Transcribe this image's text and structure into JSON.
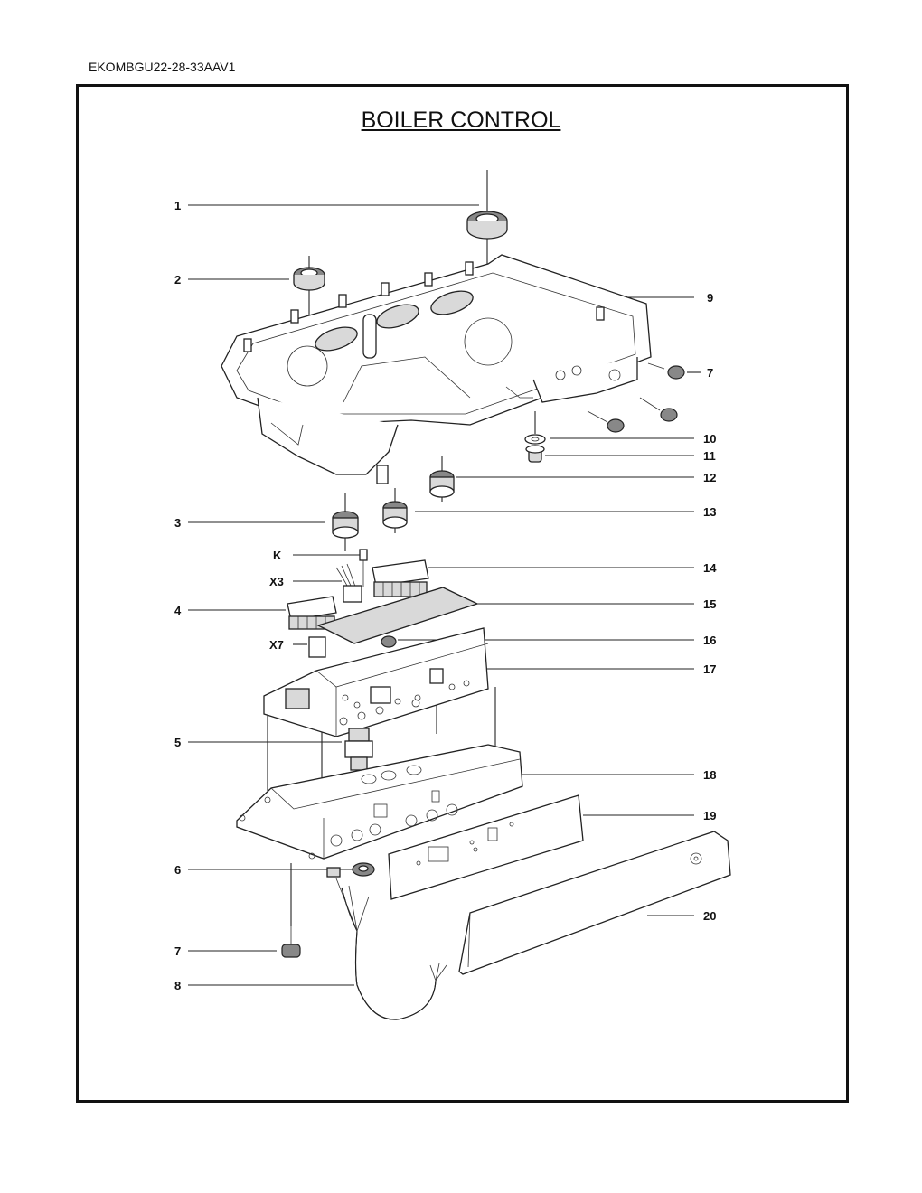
{
  "document_code": "EKOMBGU22-28-33AAV1",
  "title": "BOILER CONTROL",
  "callouts": {
    "c1": "1",
    "c2": "2",
    "c3": "3",
    "c4": "4",
    "c5": "5",
    "c6": "6",
    "c7a": "7",
    "c7b": "7",
    "c8": "8",
    "c9": "9",
    "c10": "10",
    "c11": "11",
    "c12": "12",
    "c13": "13",
    "c14": "14",
    "c15": "15",
    "c16": "16",
    "c17": "17",
    "c18": "18",
    "c19": "19",
    "c20": "20",
    "cK": "K",
    "cX3": "X3",
    "cX7": "X7"
  }
}
